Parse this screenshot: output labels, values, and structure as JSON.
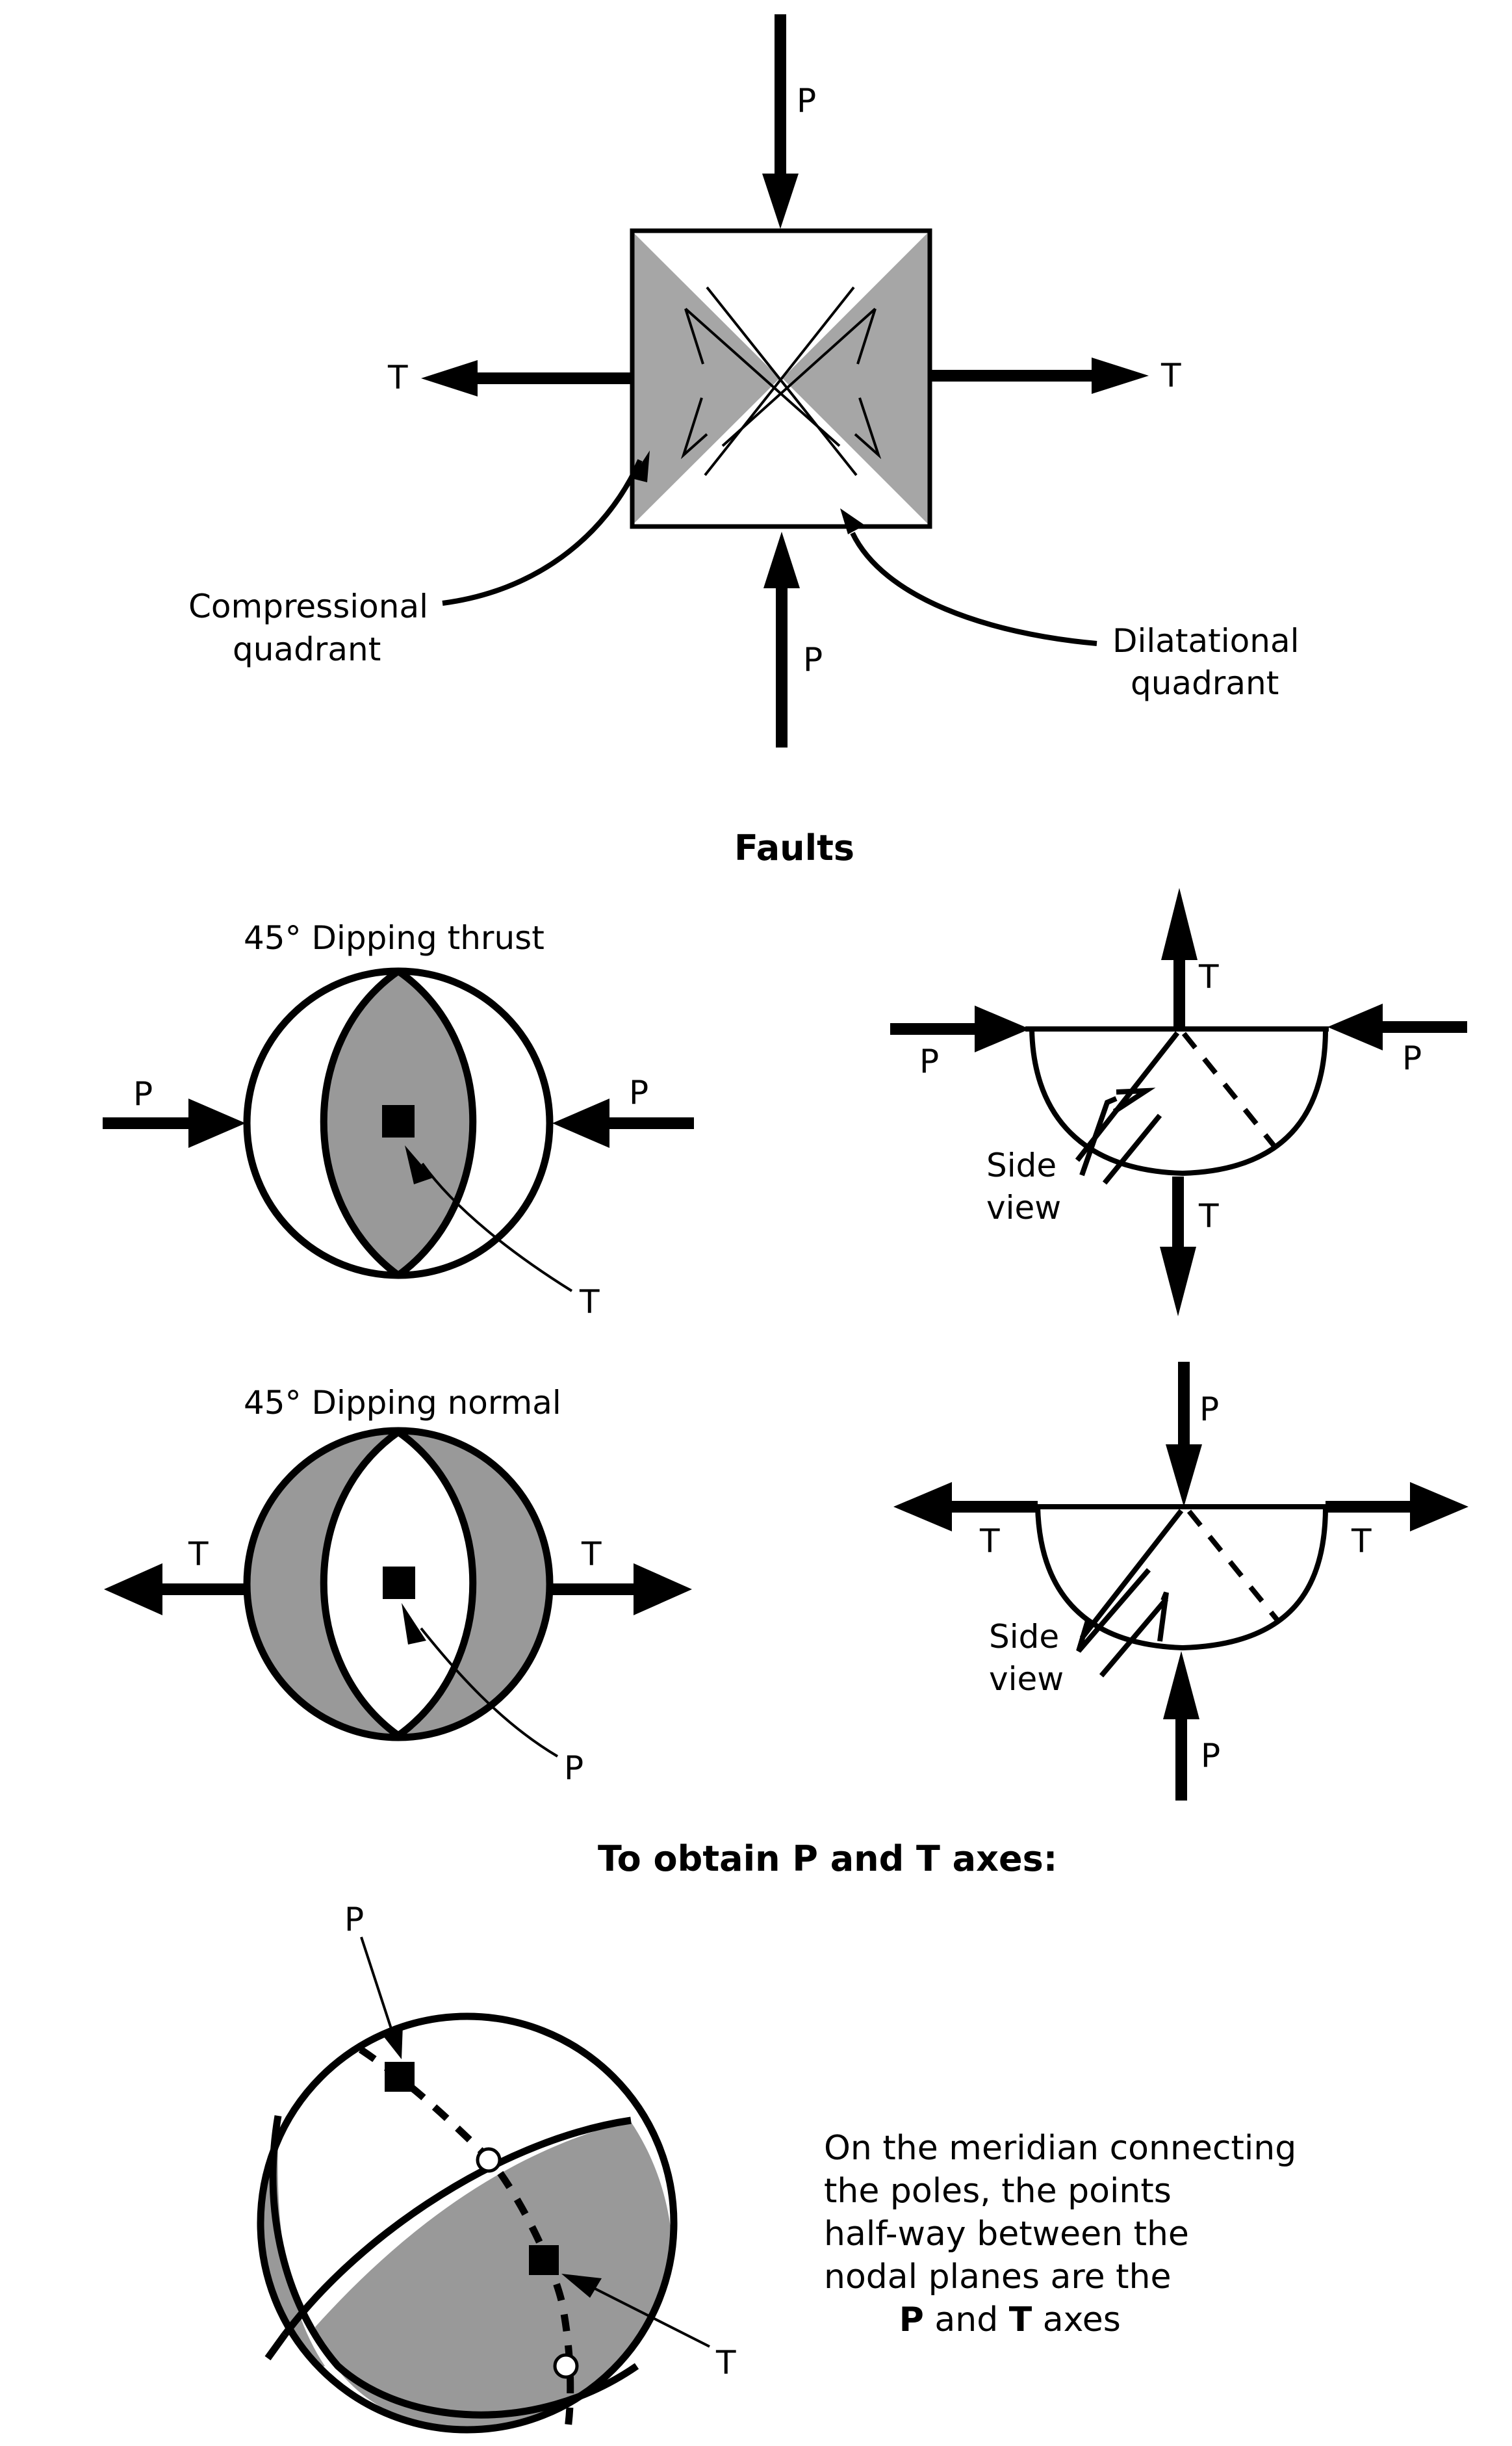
{
  "top_panel": {
    "labels": {
      "p_top": "P",
      "p_bottom": "P",
      "t_left": "T",
      "t_right": "T",
      "compressional_line1": "Compressional",
      "compressional_line2": "quadrant",
      "dilatational_line1": "Dilatational",
      "dilatational_line2": "quadrant"
    }
  },
  "faults_section": {
    "heading": "Faults",
    "thrust": {
      "title": "45° Dipping thrust",
      "p_left": "P",
      "p_right": "P",
      "pointer_label": "T",
      "side_view": {
        "t_top": "T",
        "t_bottom": "T",
        "p_left": "P",
        "p_right": "P",
        "caption_line1": "Side",
        "caption_line2": "view"
      }
    },
    "normal": {
      "title": "45° Dipping normal",
      "t_left": "T",
      "t_right": "T",
      "pointer_label": "P",
      "side_view": {
        "p_top": "P",
        "p_bottom": "P",
        "t_left": "T",
        "t_right": "T",
        "caption_line1": "Side",
        "caption_line2": "view"
      }
    }
  },
  "axes_section": {
    "heading": "To obtain P and T axes:",
    "p_label": "P",
    "t_label": "T",
    "explanation": {
      "line1": "On the meridian connecting",
      "line2": "the poles, the points",
      "line3": "half-way between the",
      "line4": "nodal planes are the",
      "line5_bold1": "P",
      "line5_mid": " and ",
      "line5_bold2": "T",
      "line5_end": " axes"
    }
  },
  "colors": {
    "shading": "#999999",
    "ink": "#000000",
    "background": "#ffffff"
  }
}
